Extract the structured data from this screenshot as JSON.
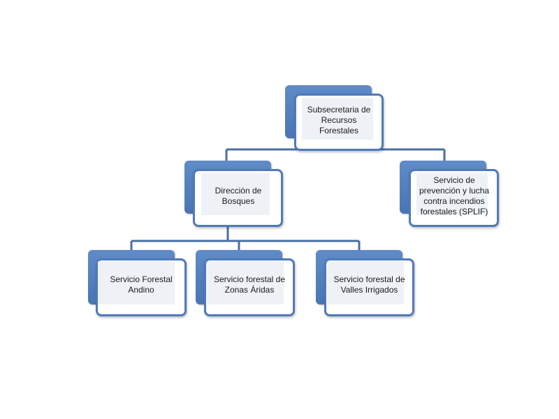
{
  "diagram": {
    "colors": {
      "accent": "#4f7ab9",
      "connector": "#4a6fa5",
      "panel": "#eef2f7"
    },
    "nodes": {
      "root": {
        "label": "Subsecretaria de\nRecursos\nForestales"
      },
      "bosques": {
        "label": "Dirección de\nBosques"
      },
      "splif": {
        "label": "Servicio de\nprevención y lucha\ncontra incendios\nforestales (SPLIF)"
      },
      "andino": {
        "label": "Servicio Forestal\nAndino"
      },
      "aridas": {
        "label": "Servicio forestal de\nZonas Áridas"
      },
      "valles": {
        "label": "Servicio forestal de\nValles Irrigados"
      }
    }
  }
}
